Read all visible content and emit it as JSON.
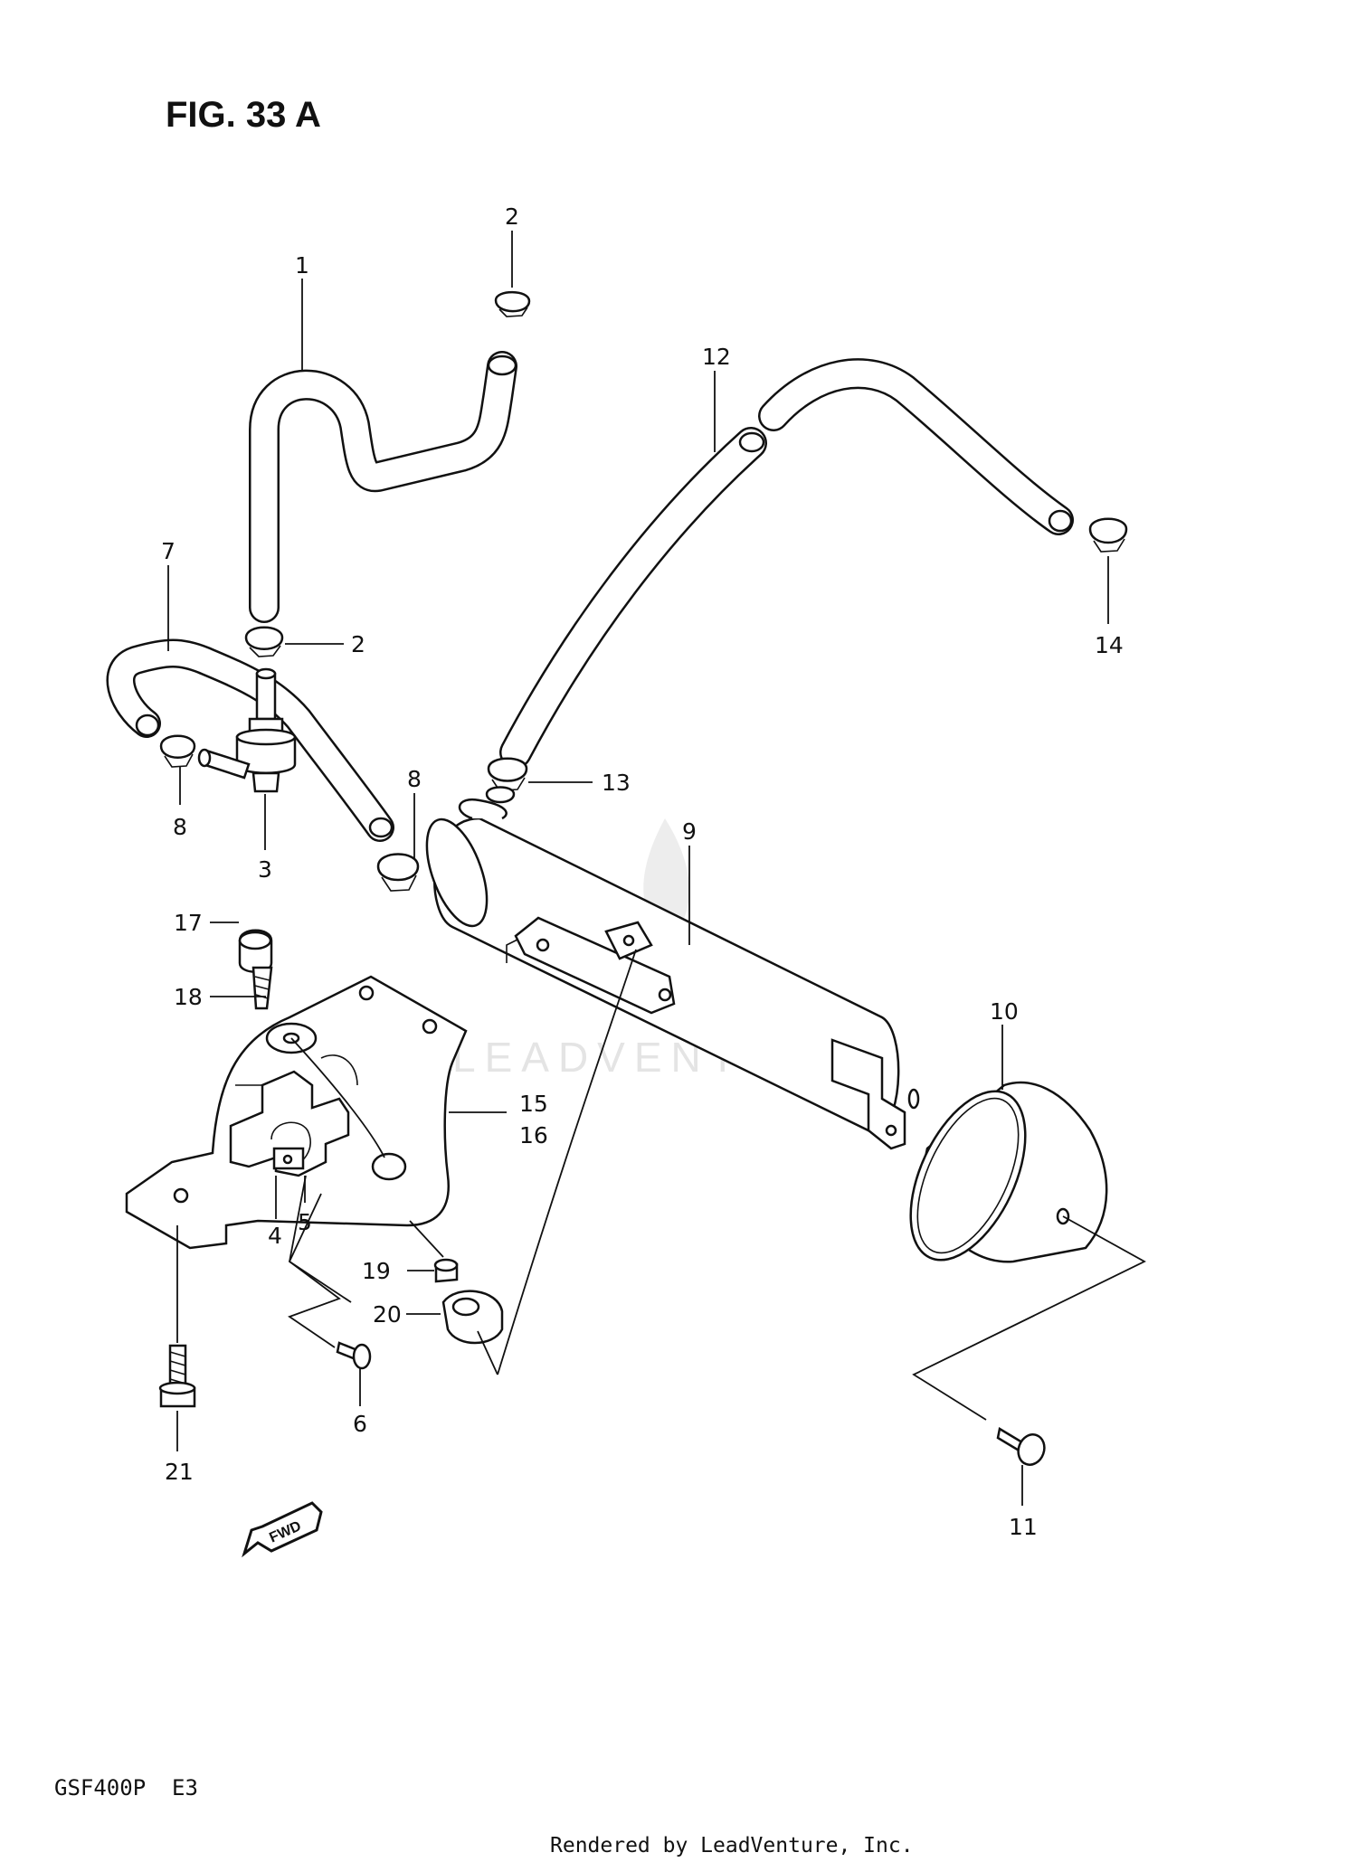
{
  "figure": {
    "title": "FIG. 33 A",
    "model_code": "GSF400P  E3",
    "footer": "Rendered by LeadVenture, Inc.",
    "watermark": "LEADVENTURE",
    "fwd_arrow_label": "FWD"
  },
  "callouts": {
    "c1": "1",
    "c2a": "2",
    "c2b": "2",
    "c3": "3",
    "c4": "4",
    "c5": "5",
    "c6": "6",
    "c7": "7",
    "c8a": "8",
    "c8b": "8",
    "c9": "9",
    "c10": "10",
    "c11": "11",
    "c12": "12",
    "c13": "13",
    "c14": "14",
    "c15": "15",
    "c16": "16",
    "c17": "17",
    "c18": "18",
    "c19": "19",
    "c20": "20",
    "c21": "21"
  },
  "colors": {
    "ink": "#111111",
    "paper": "#ffffff",
    "watermark": "#e4e4e4"
  }
}
